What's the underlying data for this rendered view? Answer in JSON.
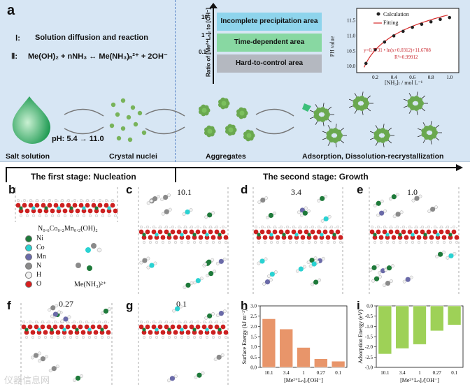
{
  "labels": {
    "a": "a",
    "b": "b",
    "c": "c",
    "d": "d",
    "e": "e",
    "f": "f",
    "g": "g",
    "h": "h",
    "i": "i"
  },
  "top": {
    "line1_roman": "Ⅰ:",
    "line1_text": "Solution diffusion and reaction",
    "line2_roman": "Ⅱ:",
    "line2_text": "Me(OH)₂ + nNH₃ ↔ Me(NH₃)ₙ²⁺ + 2OH⁻",
    "band1": "Incomplete precipitation area",
    "band2": "Time-dependent area",
    "band3": "Hard-to-control area",
    "ratio_axis": "Ratio of [Me²⁺Lₙ]ᵣ to [OH⁻]",
    "tick_10": "10",
    "tick_01": "0.1",
    "tick_1": "1",
    "ph_text": "pH: 5.4 → 11.0",
    "salt": "Salt solution",
    "nuclei": "Crystal nuclei",
    "aggregates": "Aggregates",
    "adsorption": "Adsorption, Dissolution-recrystallization",
    "stage1": "The first stage: Nucleation",
    "stage2": "The second stage: Growth"
  },
  "ph_chart": {
    "legend_calc": "Calculation",
    "legend_fit": "Fitting",
    "equation": "y=0.7731 • ln(x+0.0312)+11.6708",
    "r2": "R²=0.99912",
    "ylabel": "PH value",
    "xlabel": "[NH₃]ₜ / mol L⁻¹",
    "xticks": [
      "0.2",
      "0.4",
      "0.6",
      "0.8",
      "1.0"
    ],
    "yticks": [
      "11.5",
      "11.0",
      "10.5",
      "10.0"
    ]
  },
  "legend": {
    "formula": "N₀.₆Co₀.₂Mn₀.₂(OH)₂",
    "complex": "Me(NH₃)²⁺",
    "items": [
      "Ni",
      "Co",
      "Mn",
      "N",
      "H",
      "O"
    ],
    "colors": [
      "#1e7a3a",
      "#2ad2d2",
      "#6a6aa8",
      "#8a8a8a",
      "#f2f2f2",
      "#d81e1e"
    ]
  },
  "panel_values": {
    "c": "10.1",
    "d": "3.4",
    "e": "1.0",
    "f": "0.27",
    "g": "0.1"
  },
  "chart_data": [
    {
      "type": "scatter",
      "title": "",
      "series": [
        {
          "name": "Calculation",
          "x": [
            0.1,
            0.2,
            0.3,
            0.4,
            0.5,
            0.6,
            0.7,
            0.8,
            0.9,
            1.0
          ],
          "y": [
            10.1,
            10.55,
            10.8,
            11.0,
            11.15,
            11.28,
            11.38,
            11.46,
            11.54,
            11.6
          ]
        },
        {
          "name": "Fitting",
          "type": "line"
        }
      ],
      "xlim": [
        0,
        1.1
      ],
      "ylim": [
        9.8,
        11.9
      ]
    },
    {
      "type": "bar",
      "categories": [
        "10.1",
        "3.4",
        "1",
        "0.27",
        "0.1"
      ],
      "values": [
        2.37,
        1.87,
        0.97,
        0.42,
        0.3
      ],
      "xlabel": "[Me²⁺Lₙ]ᵣ/[OH⁻]",
      "ylabel": "Surface Energy (kJ m⁻²)",
      "ylim": [
        0,
        3.0
      ],
      "yticks": [
        "0.0",
        "0.5",
        "1.0",
        "1.5",
        "2.0",
        "2.5",
        "3.0"
      ],
      "color": "#e8956a"
    },
    {
      "type": "bar",
      "categories": [
        "10.1",
        "3.4",
        "1",
        "0.27",
        "0.1"
      ],
      "values": [
        -2.35,
        -2.08,
        -1.88,
        -1.22,
        -0.93
      ],
      "xlabel": "[Me²⁺Lₙ]ᵣ/[OH⁻]",
      "ylabel": "Adsorption Energy (eV)",
      "ylim": [
        -3.0,
        0
      ],
      "yticks": [
        "-3.0",
        "-2.5",
        "-2.0",
        "-1.5",
        "-1.0",
        "-0.5",
        "0.0"
      ],
      "color": "#9ed157"
    }
  ],
  "watermark": "仪器信息网"
}
